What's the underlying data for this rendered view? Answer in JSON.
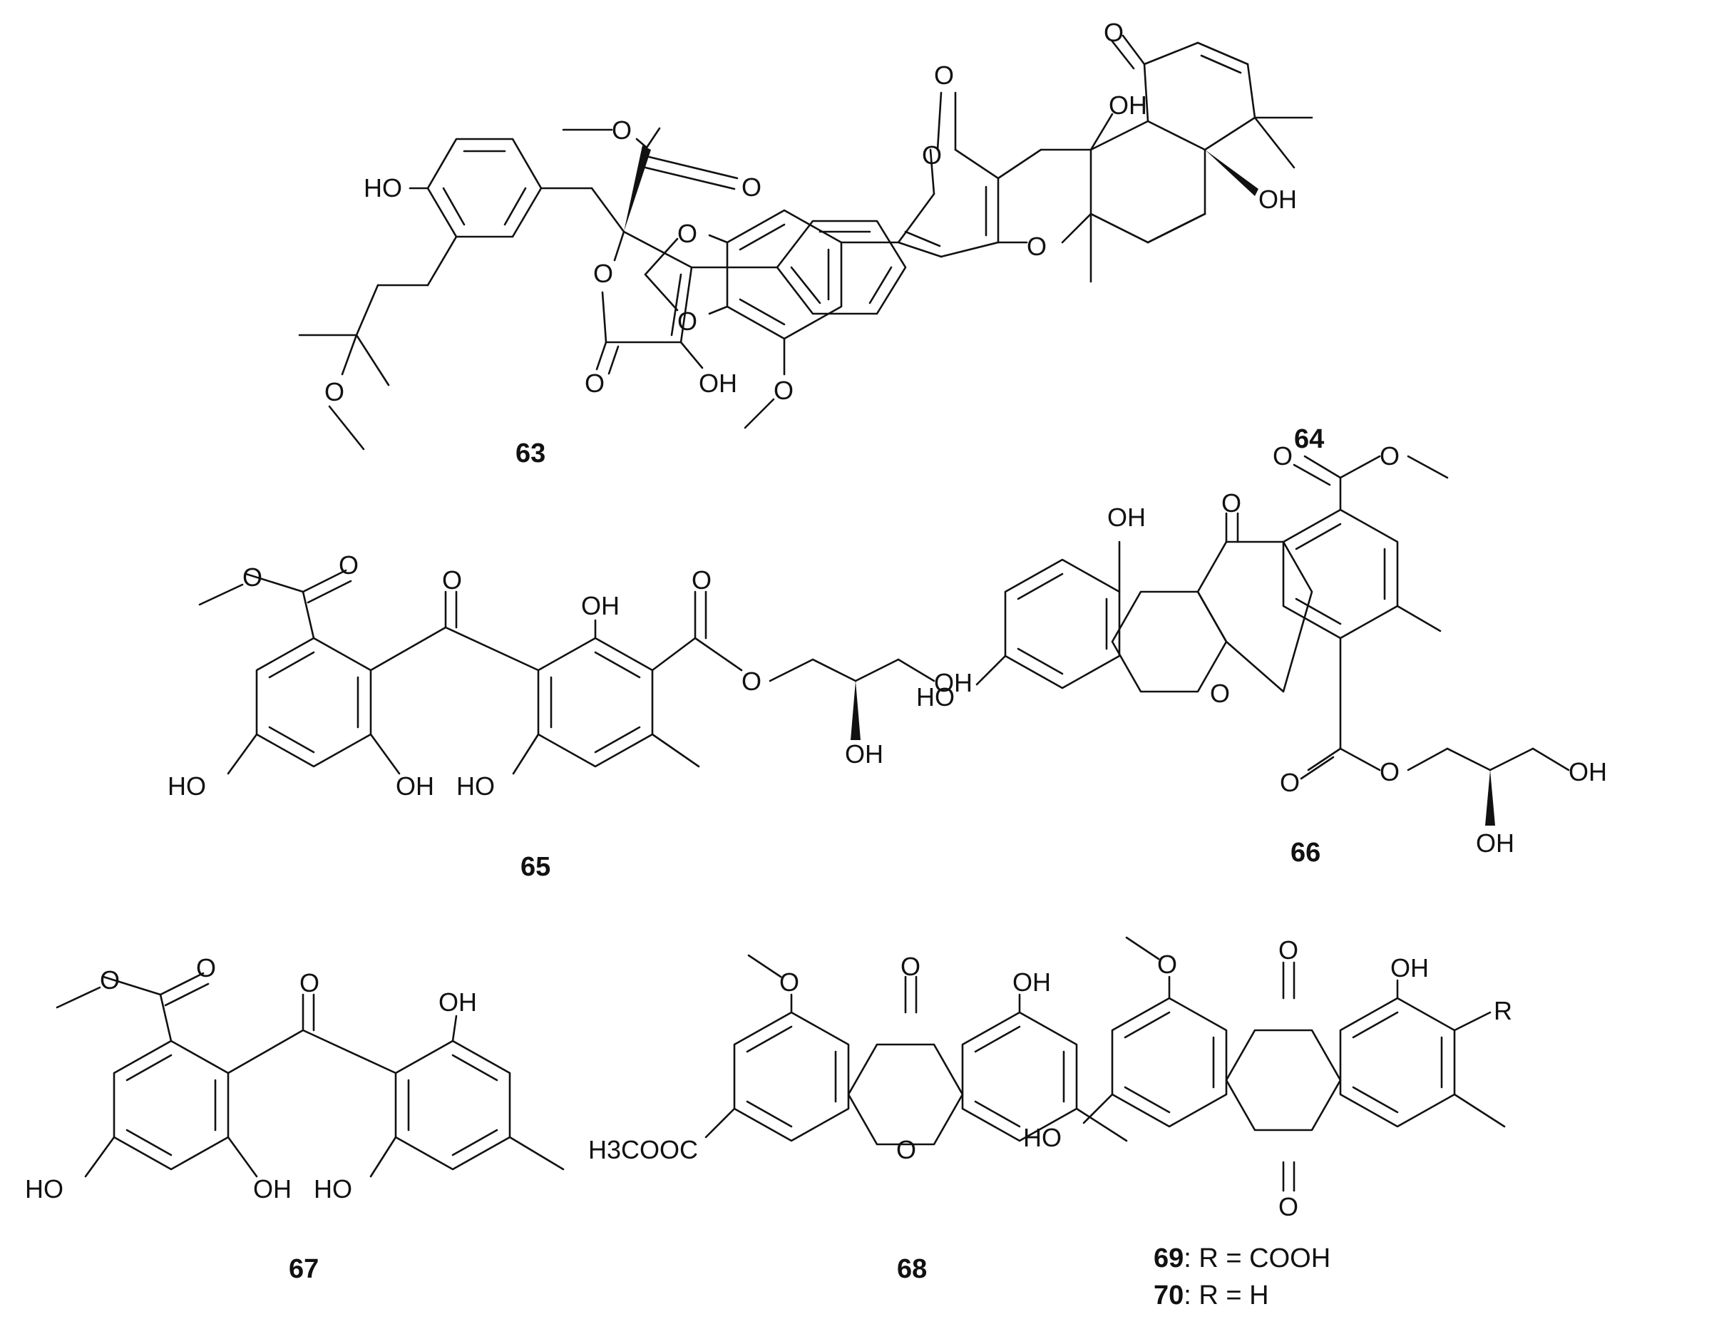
{
  "compounds": [
    {
      "id": "63",
      "caption": "63",
      "atoms": [
        "HO",
        "O",
        "O",
        "O",
        "O",
        "OH",
        "O"
      ]
    },
    {
      "id": "64",
      "caption": "64",
      "atoms": [
        "O",
        "O",
        "O",
        "O",
        "O",
        "OH",
        "OH",
        "O",
        "O"
      ]
    },
    {
      "id": "65",
      "caption": "65",
      "atoms": [
        "O",
        "O",
        "O",
        "OH",
        "O",
        "O",
        "OH",
        "OH",
        "HO",
        "OH",
        "HO"
      ]
    },
    {
      "id": "66",
      "caption": "66",
      "atoms": [
        "OH",
        "O",
        "O",
        "O",
        "HO",
        "O",
        "O",
        "O",
        "OH",
        "OH"
      ]
    },
    {
      "id": "67",
      "caption": "67",
      "atoms": [
        "O",
        "O",
        "O",
        "OH",
        "HO",
        "OH",
        "HO"
      ]
    },
    {
      "id": "68",
      "caption": "68",
      "atoms": [
        "O",
        "O",
        "OH",
        "H3COOC",
        "O"
      ]
    },
    {
      "id": "69-70",
      "atoms": [
        "O",
        "O",
        "OH",
        "R",
        "HO",
        "O"
      ]
    }
  ],
  "notes": [
    {
      "label": "69",
      "text": ": R = COOH"
    },
    {
      "label": "70",
      "text": ": R = H"
    }
  ]
}
